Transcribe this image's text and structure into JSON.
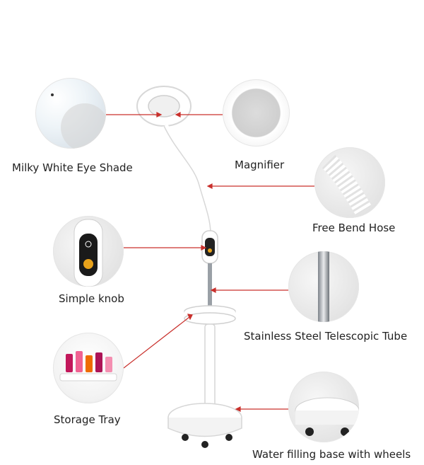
{
  "labels": {
    "eye_shade": "Milky White Eye Shade",
    "magnifier": "Magnifier",
    "hose": "Free Bend Hose",
    "knob": "Simple knob",
    "tube": "Stainless Steel Telescopic Tube",
    "tray": "Storage Tray",
    "base": "Water filling base with wheels"
  },
  "colors": {
    "callout_line": "#c9302c",
    "lamp_body": "#ffffff",
    "outline": "#d6d6d6",
    "steel": "#9aa0a6"
  }
}
